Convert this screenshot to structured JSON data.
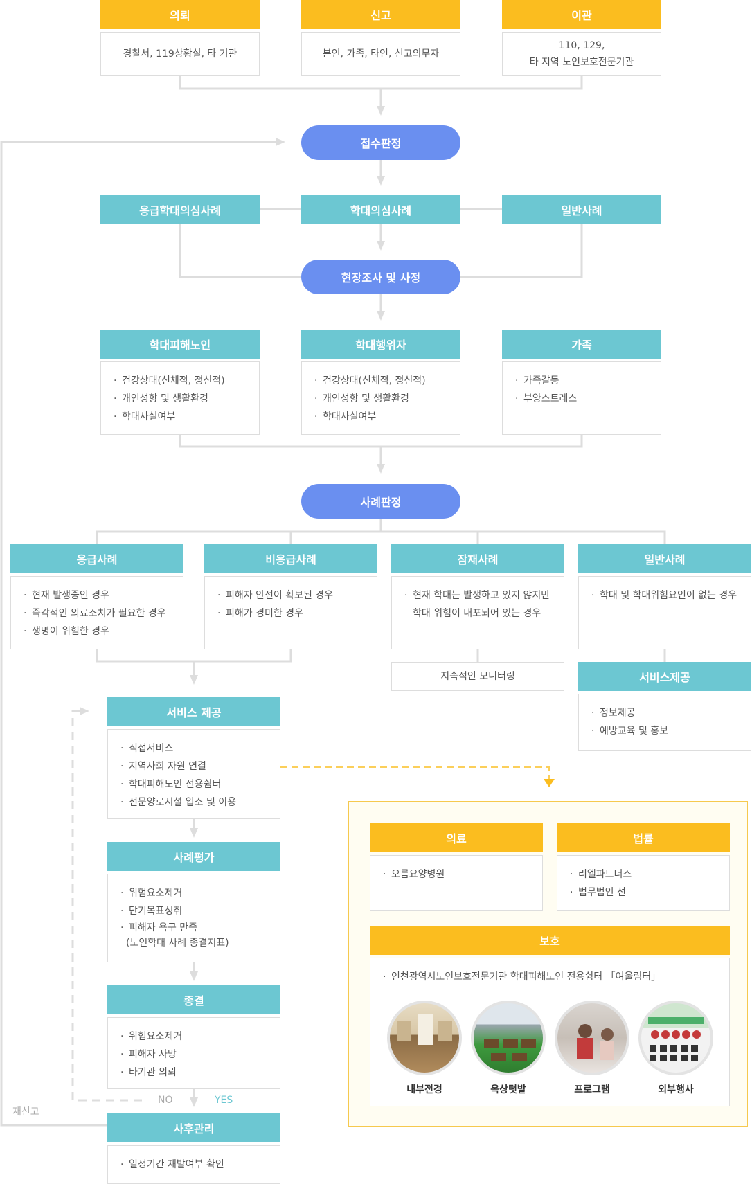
{
  "source": {
    "items": [
      {
        "title": "의뢰",
        "lines": [
          "경찰서, 119상황실, 타 기관"
        ]
      },
      {
        "title": "신고",
        "lines": [
          "본인, 가족, 타인, 신고의무자"
        ]
      },
      {
        "title": "이관",
        "lines": [
          "110, 129,",
          "타 지역 노인보호전문기관"
        ]
      }
    ]
  },
  "reception": "접수판정",
  "classification": {
    "items": [
      "응급학대의심사례",
      "학대의심사례",
      "일반사례"
    ]
  },
  "investigation": "현장조사 및 사정",
  "subjects": {
    "items": [
      {
        "title": "학대피해노인",
        "bullets": [
          "건강상태(신체적, 정신적)",
          "개인성향 및 생활환경",
          "학대사실여부"
        ]
      },
      {
        "title": "학대행위자",
        "bullets": [
          "건강상태(신체적, 정신적)",
          "개인성향 및 생활환경",
          "학대사실여부"
        ]
      },
      {
        "title": "가족",
        "bullets": [
          "가족갈등",
          "부양스트레스"
        ]
      }
    ]
  },
  "judgment": "사례판정",
  "cases": {
    "items": [
      {
        "title": "응급사례",
        "bullets": [
          "현재 발생중인 경우",
          "즉각적인 의료조치가 필요한 경우",
          "생명이 위험한 경우"
        ]
      },
      {
        "title": "비응급사례",
        "bullets": [
          "피해자 안전이 확보된 경우",
          "피해가 경미한 경우"
        ]
      },
      {
        "title": "잠재사례",
        "bullets": [
          "현재 학대는 발생하고 있지 않지만",
          "학대 위험이 내포되어 있는 경우"
        ]
      },
      {
        "title": "일반사례",
        "bullets": [
          "학대 및 학대위험요인이 없는 경우"
        ]
      }
    ]
  },
  "monitoring": "지속적인 모니터링",
  "general_service": {
    "title": "서비스제공",
    "bullets": [
      "정보제공",
      "예방교육 및 홍보"
    ]
  },
  "service": {
    "title": "서비스 제공",
    "bullets": [
      "직접서비스",
      "지역사회 자원 연결",
      "학대피해노인 전용쉼터",
      "전문양로시설 입소 및 이용"
    ]
  },
  "evaluation": {
    "title": "사례평가",
    "bullets": [
      "위험요소제거",
      "단기목표성취",
      "피해자 욕구 만족",
      "(노인학대 사례 종결지표)"
    ]
  },
  "closure": {
    "title": "종결",
    "bullets": [
      "위험요소제거",
      "피해자 사망",
      "타기관 의뢰"
    ]
  },
  "decision": {
    "no": "NO",
    "yes": "YES",
    "rereport": "재신고"
  },
  "followup": {
    "title": "사후관리",
    "bullets": [
      "일정기간 재발여부 확인"
    ]
  },
  "resources": {
    "medical": {
      "title": "의료",
      "bullets": [
        "오름요양병원"
      ]
    },
    "legal": {
      "title": "법률",
      "bullets": [
        "리엘파트너스",
        "법무법인 선"
      ]
    },
    "protection": {
      "title": "보호",
      "bullets": [
        "인천광역시노인보호전문기관 학대피해노인 전용쉼터 「여울림터」"
      ],
      "photos": [
        "내부전경",
        "옥상텃밭",
        "프로그램",
        "외부행사"
      ]
    }
  },
  "colors": {
    "yellow": "#fbbd1f",
    "teal": "#6cc7d2",
    "blue": "#6a8ff0",
    "line": "#dddddd",
    "accent_yes": "#6cc7d2"
  }
}
